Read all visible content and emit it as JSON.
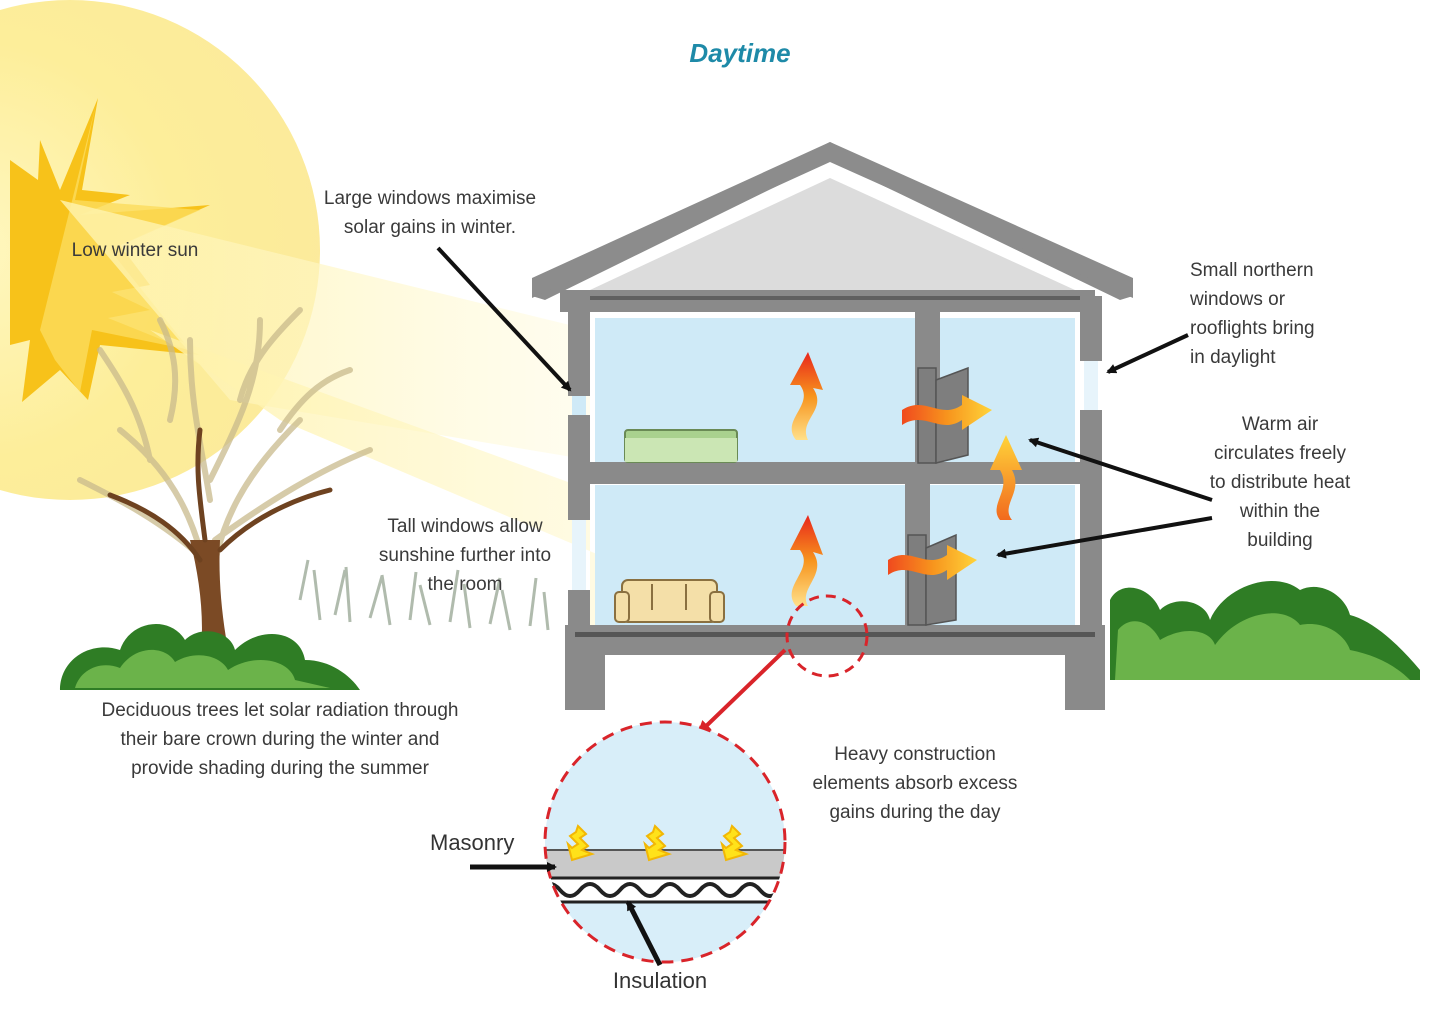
{
  "title": "Daytime",
  "labels": {
    "sun": "Low winter sun",
    "large_windows": [
      "Large windows maximise",
      "solar gains in winter."
    ],
    "northern_windows": [
      "Small northern",
      "windows or",
      "rooflights bring",
      "in daylight"
    ],
    "warm_air": [
      "Warm air",
      "circulates freely",
      "to distribute heat",
      "within the",
      "building"
    ],
    "tall_windows": [
      "Tall windows allow",
      "sunshine further into",
      "the room"
    ],
    "trees": [
      "Deciduous trees let solar radiation through",
      "their bare crown  during the winter and",
      "provide shading during the summer"
    ],
    "heavy_construction": [
      "Heavy construction",
      "elements absorb excess",
      "gains during the day"
    ],
    "masonry": "Masonry",
    "insulation": "Insulation"
  },
  "colors": {
    "title": "#1e8aa8",
    "sun": "#fde98a",
    "sun_core": "#f7c21a",
    "sunbeam": "#fff4b0",
    "room_glass": "#cfeaf7",
    "wall": "#8a8a8a",
    "roof": "#8c8c8c",
    "attic": "#dcdcdc",
    "bush": "#2f7d25",
    "bush_light": "#6bb34a",
    "warm_arrow": "#f28a1c",
    "detail_ring": "#d9242a",
    "text": "#3a3a3a"
  }
}
